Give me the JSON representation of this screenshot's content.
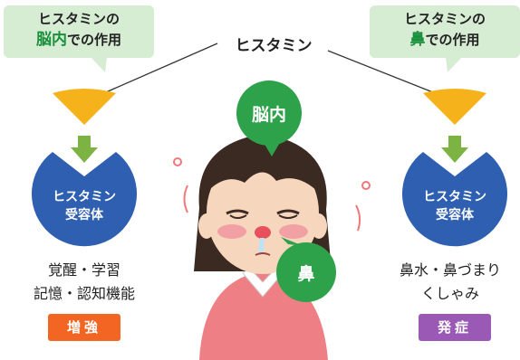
{
  "center_label": "ヒスタミン",
  "left": {
    "bubble_line1": "ヒスタミンの",
    "bubble_highlight": "脳内",
    "bubble_line2_rest": "での作用",
    "receptor_line1": "ヒスタミン",
    "receptor_line2": "受容体",
    "effect_line1": "覚醒・学習",
    "effect_line2": "記憶・認知機能",
    "badge": "増強"
  },
  "right": {
    "bubble_line1": "ヒスタミンの",
    "bubble_highlight": "鼻",
    "bubble_line2_rest": "での作用",
    "receptor_line1": "ヒスタミン",
    "receptor_line2": "受容体",
    "effect_line1": "鼻水・鼻づまり",
    "effect_line2": "くしゃみ",
    "badge": "発症"
  },
  "figure": {
    "brain_label": "脳内",
    "nose_label": "鼻"
  },
  "colors": {
    "bubble_bg": "#d6ecd3",
    "highlight_green": "#1a8f3c",
    "histamine_fan": "#f6b21b",
    "receptor_blue": "#2e5fb0",
    "arrow_green": "#7cb342",
    "label_circle_green": "#2ea24a",
    "badge_left": "#f26522",
    "badge_right": "#9b59b6"
  }
}
